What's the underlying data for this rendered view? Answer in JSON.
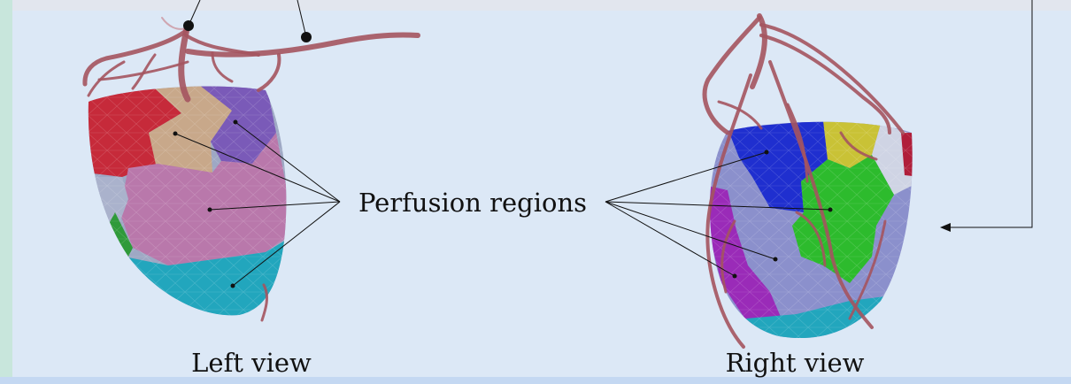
{
  "labels": {
    "perfusion_regions": "Perfusion regions",
    "left_view": "Left view",
    "right_view": "Right view"
  },
  "colors": {
    "background": "#dce8f6",
    "vessel": "#a4545f",
    "region_red": "#c62a3a",
    "region_tan": "#c8a88a",
    "region_purple": "#7a5ab8",
    "region_pink": "#b978ab",
    "region_cyan": "#22a6bd",
    "region_grey": "#9ea8c4",
    "region_green": "#2f9a3a",
    "region_blue": "#1f2fcf",
    "region_bright_green": "#2dbb2d",
    "region_yellow": "#c9c236",
    "region_lavender": "#8b90cc",
    "region_magenta": "#9a2bb8",
    "region_crimson": "#b01e3a"
  }
}
